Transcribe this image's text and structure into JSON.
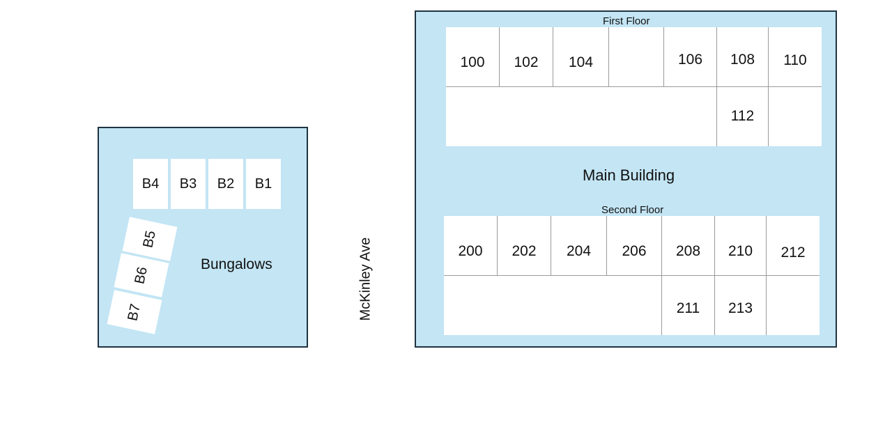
{
  "colors": {
    "building_fill": "#c3e5f4",
    "building_border": "#1f3340",
    "room_fill": "#ffffff",
    "grid": "#9a9a9a"
  },
  "street": {
    "name": "McKinley Ave"
  },
  "bungalows": {
    "label": "Bungalows",
    "row_units": [
      "B4",
      "B3",
      "B2",
      "B1"
    ],
    "angled_units": [
      "B5",
      "B6",
      "B7"
    ]
  },
  "main_building": {
    "label": "Main Building",
    "first_floor": {
      "label": "First Floor",
      "top_row": [
        "100",
        "102",
        "104",
        "",
        "106",
        "108",
        "110"
      ],
      "bottom_row": [
        "112"
      ]
    },
    "second_floor": {
      "label": "Second Floor",
      "top_row": [
        "200",
        "202",
        "204",
        "206",
        "208",
        "210",
        "212"
      ],
      "bottom_row": [
        "211",
        "213"
      ]
    }
  }
}
